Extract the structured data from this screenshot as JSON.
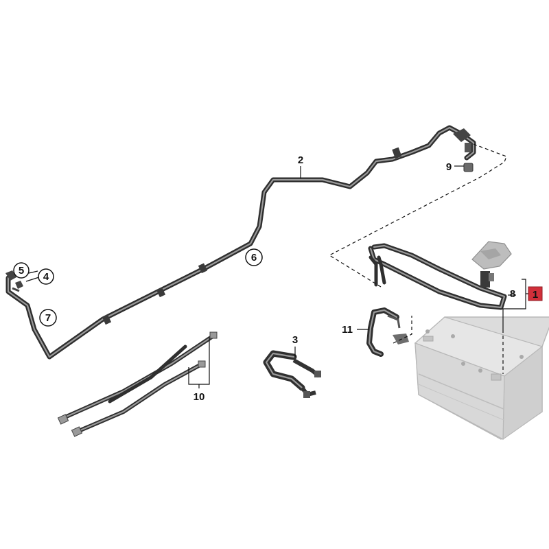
{
  "callouts": {
    "c1": "1",
    "c2": "2",
    "c3": "3",
    "c4": "4",
    "c5": "5",
    "c6": "6",
    "c7": "7",
    "c8": "8",
    "c9": "9",
    "c10": "10",
    "c11": "11"
  },
  "colors": {
    "cable": "#2f2f2f",
    "battery": "#d9d9d9",
    "highlight": "#d12f3a"
  }
}
